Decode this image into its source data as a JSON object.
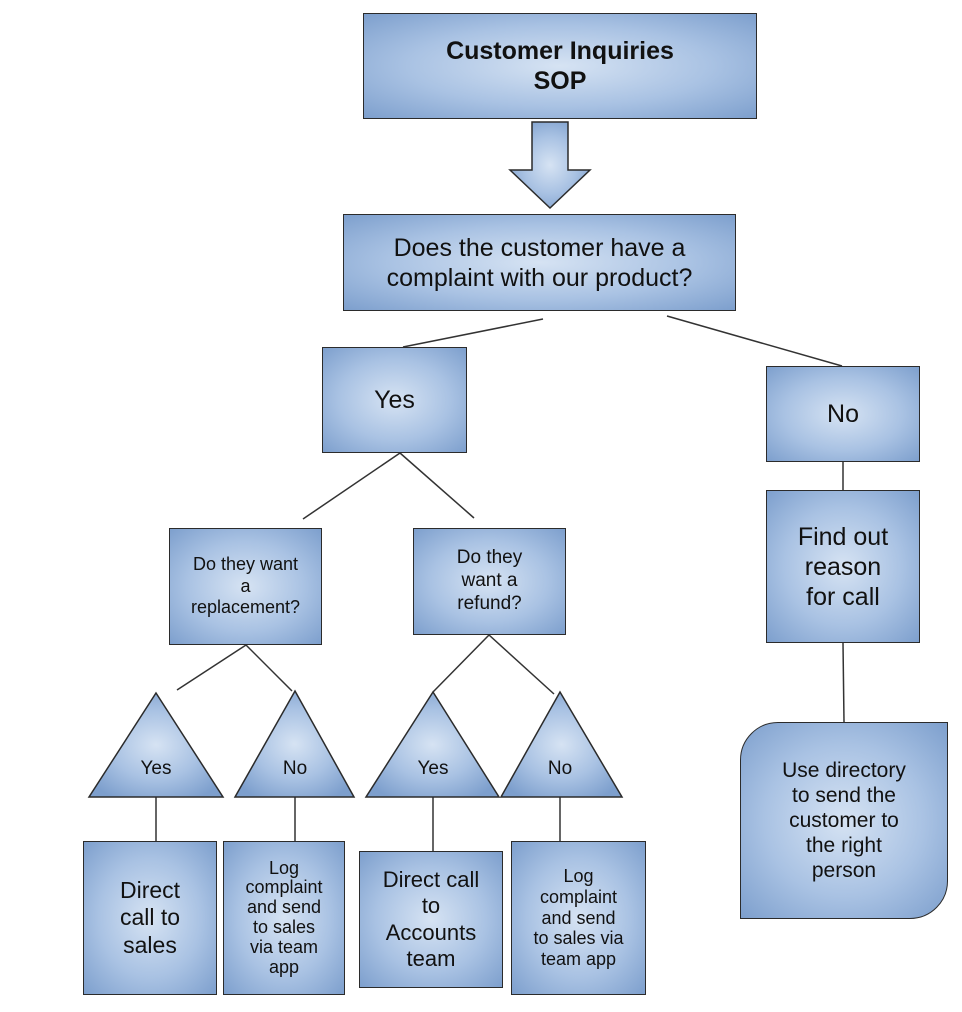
{
  "title": "Customer Inquiries\nSOP",
  "question_main": "Does the customer have a\ncomplaint with our product?",
  "branch_yes": "Yes",
  "branch_no": "No",
  "q_replacement": "Do they want\na\nreplacement?",
  "q_refund": "Do they\nwant a\nrefund?",
  "replacement_yes": "Yes",
  "replacement_no": "No",
  "refund_yes": "Yes",
  "refund_no": "No",
  "action_direct_sales": "Direct\ncall to\nsales",
  "action_log_complaint_1": "Log\ncomplaint\nand send\nto sales\nvia team\napp",
  "action_direct_accounts": "Direct call\nto\nAccounts\nteam",
  "action_log_complaint_2": "Log\ncomplaint\nand send\nto sales via\nteam app",
  "no_find_reason": "Find out\nreason\nfor call",
  "no_use_directory": "Use directory\nto send the\ncustomer to\nthe right\nperson",
  "colors": {
    "fill_light": "#d6e3f3",
    "fill_mid": "#a9c2e3",
    "fill_dark": "#7d9fcd",
    "stroke": "#2b2b2b"
  }
}
